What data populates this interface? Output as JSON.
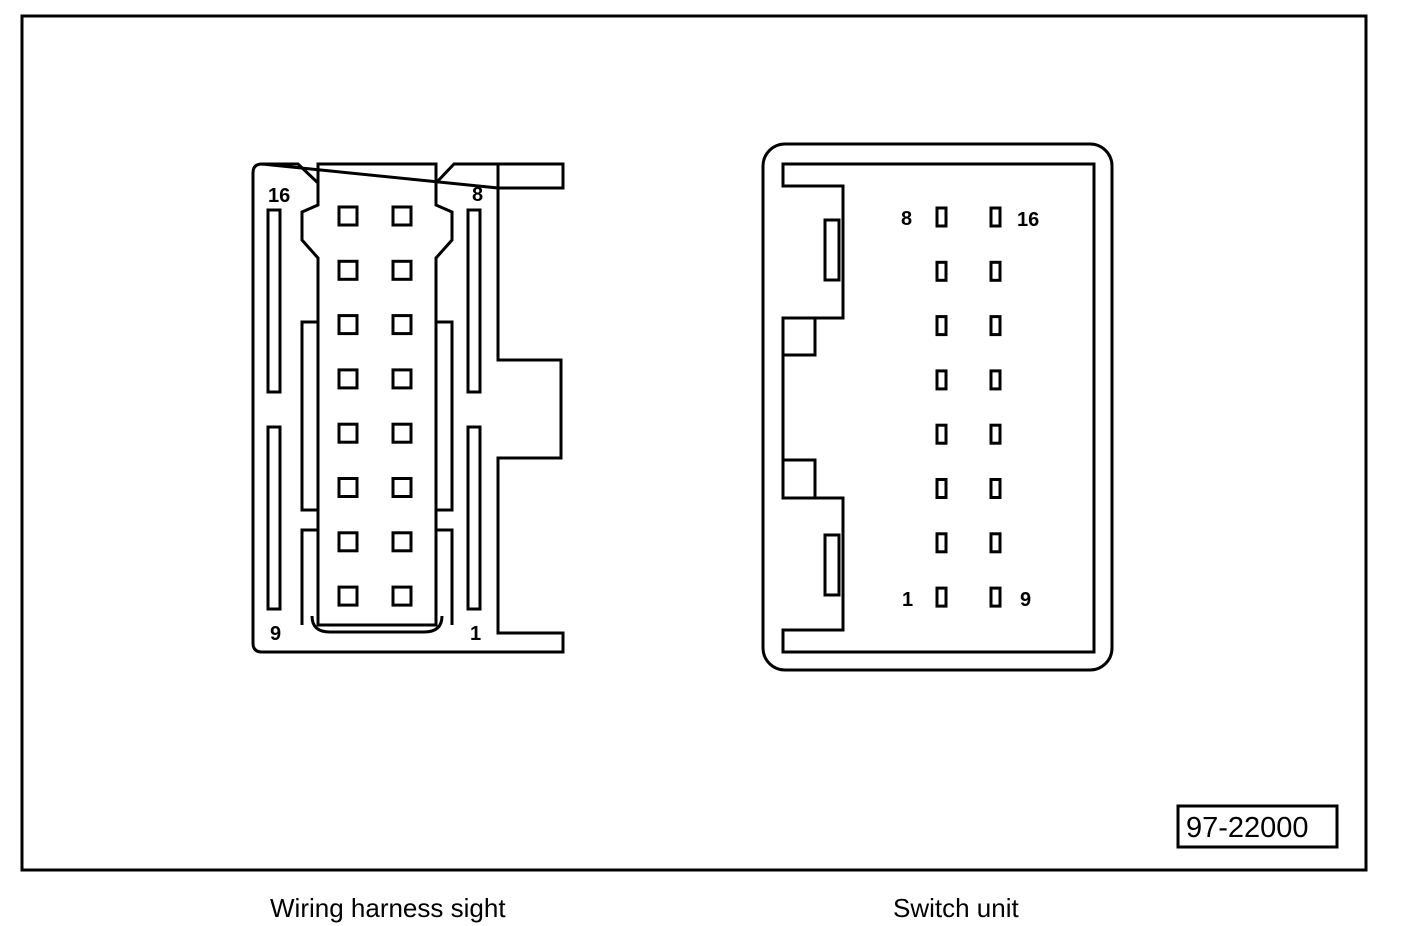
{
  "figure_number": "97-22000",
  "captions": {
    "left": "Wiring harness sight",
    "right": "Switch unit"
  },
  "harness_connector": {
    "pin_labels": {
      "top_left": "16",
      "top_right": "8",
      "bottom_left": "9",
      "bottom_right": "1"
    },
    "rows": 8,
    "columns": 2
  },
  "switch_unit_connector": {
    "pin_labels": {
      "top_left": "8",
      "top_right": "16",
      "bottom_left": "1",
      "bottom_right": "9"
    },
    "rows": 8,
    "columns": 2
  },
  "colors": {
    "line": "#000000",
    "background": "#ffffff"
  }
}
